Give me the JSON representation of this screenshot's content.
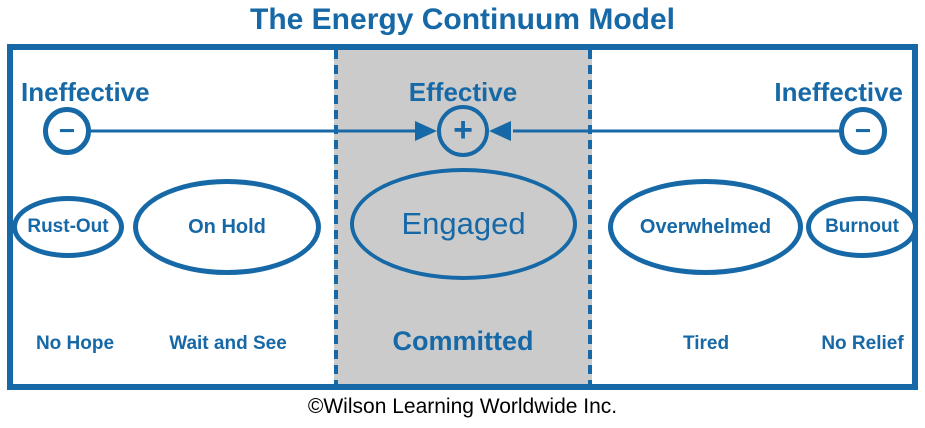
{
  "title": "The Energy Continuum Model",
  "footer": "©Wilson Learning Worldwide Inc.",
  "colors": {
    "blue": "#1669A6",
    "panel_gray": "#CBCBCB",
    "footer_text": "#000000"
  },
  "continuum": {
    "left_label": "Ineffective",
    "center_label": "Effective",
    "right_label": "Ineffective",
    "minus_symbol": "−",
    "plus_symbol": "+"
  },
  "states": [
    {
      "name": "Rust-Out",
      "sublabel": "No Hope"
    },
    {
      "name": "On Hold",
      "sublabel": "Wait and See"
    },
    {
      "name": "Engaged",
      "sublabel": "Committed"
    },
    {
      "name": "Overwhelmed",
      "sublabel": "Tired"
    },
    {
      "name": "Burnout",
      "sublabel": "No Relief"
    }
  ]
}
